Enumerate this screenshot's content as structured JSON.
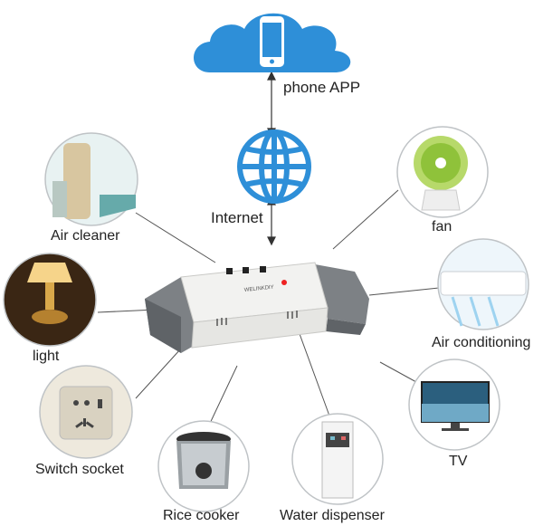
{
  "cloud": {
    "label": "phone APP"
  },
  "internet": {
    "label": "Internet"
  },
  "device": {
    "brand_text": "WELINKDIY"
  },
  "appliances": [
    {
      "key": "air_cleaner",
      "label": "Air cleaner"
    },
    {
      "key": "fan",
      "label": "fan"
    },
    {
      "key": "light",
      "label": "light"
    },
    {
      "key": "air_conditioning",
      "label": "Air conditioning"
    },
    {
      "key": "switch_socket",
      "label": "Switch socket"
    },
    {
      "key": "tv",
      "label": "TV"
    },
    {
      "key": "rice_cooker",
      "label": "Rice cooker"
    },
    {
      "key": "water_dispenser",
      "label": "Water dispenser"
    }
  ],
  "colors": {
    "cloud": "#2e8fd8",
    "globe": "#2e8fd8",
    "line": "#444444",
    "device_gray": "#7d8185",
    "device_white": "#f2f2f0"
  }
}
